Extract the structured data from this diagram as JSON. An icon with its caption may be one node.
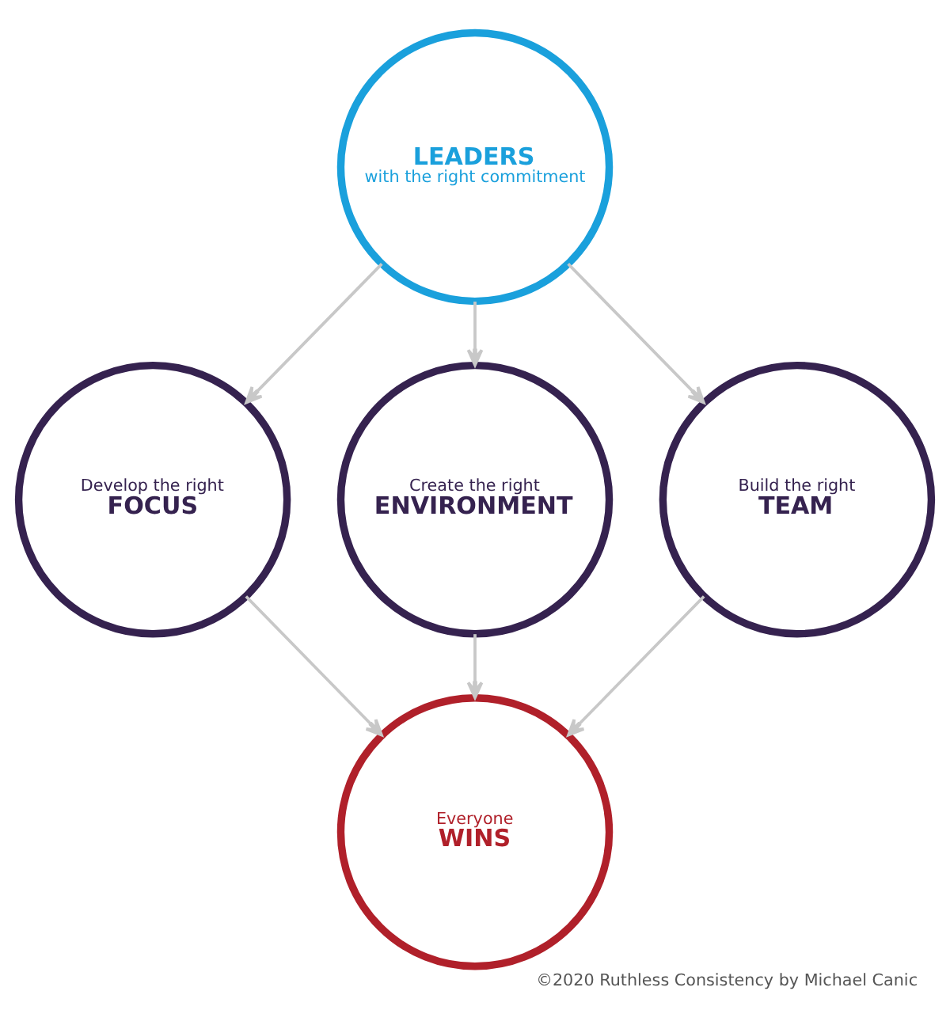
{
  "diagram": {
    "caption": "©2020 Ruthless Consistency by Michael Canic",
    "nodes": [
      {
        "text": [
          "LEADERS",
          "with the right commitment"
        ]
      },
      {
        "text": [
          "Develop the right",
          "FOCUS"
        ]
      },
      {
        "text": [
          "Create the right",
          "ENVIRONMENT"
        ]
      },
      {
        "text": [
          "Build the right",
          "TEAM"
        ]
      },
      {
        "text": [
          "Everyone",
          "WINS"
        ]
      }
    ],
    "edges": [
      {
        "from": 0,
        "to": 1,
        "arrow": "to"
      },
      {
        "from": 0,
        "to": 2,
        "arrow": "to"
      },
      {
        "from": 0,
        "to": 3,
        "arrow": "to"
      },
      {
        "from": 1,
        "to": 4,
        "arrow": "to"
      },
      {
        "from": 2,
        "to": 4,
        "arrow": "to"
      },
      {
        "from": 3,
        "to": 4,
        "arrow": "to"
      }
    ]
  }
}
